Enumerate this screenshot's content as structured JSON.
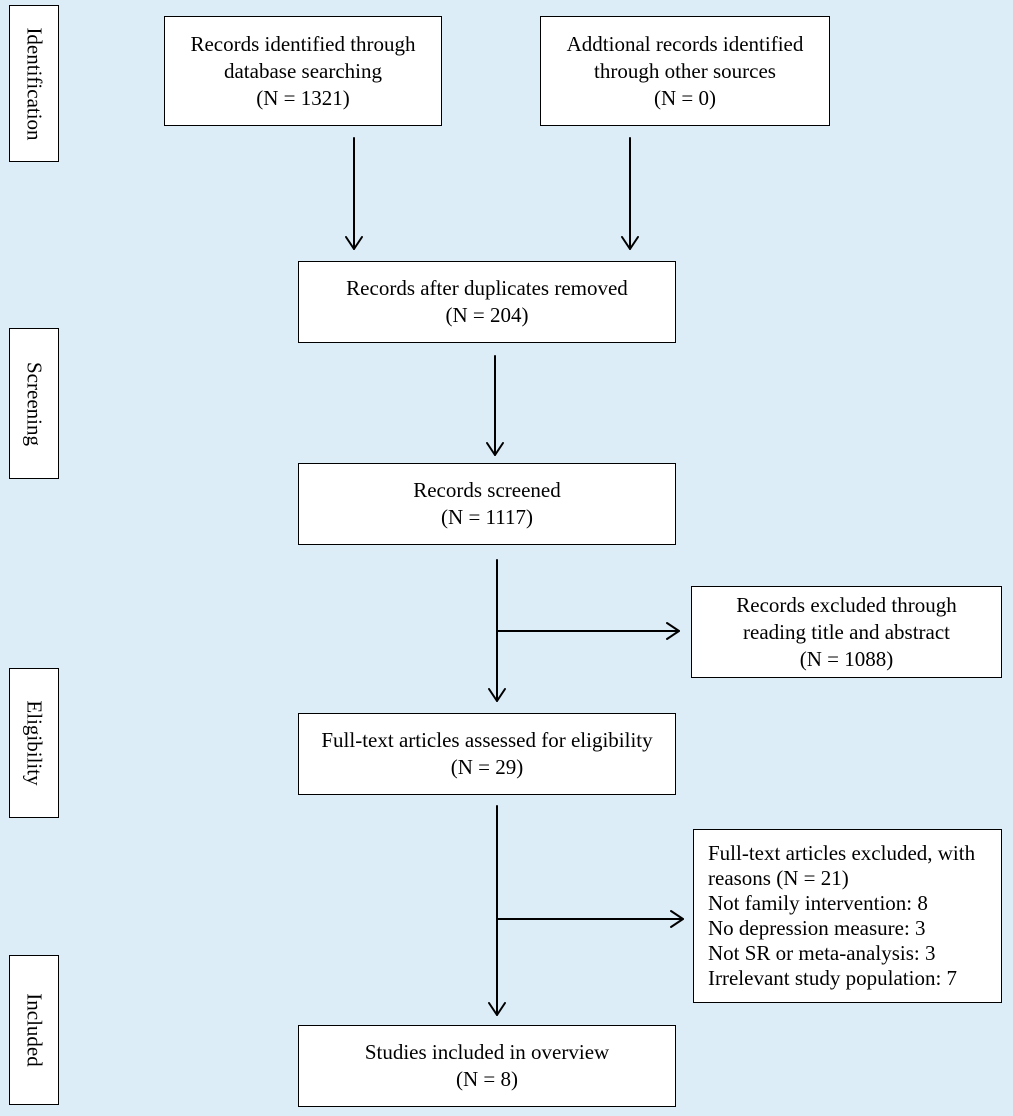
{
  "stages": {
    "identification": "Identification",
    "screening": "Screening",
    "eligibility": "Eligibility",
    "included": "Included"
  },
  "boxes": {
    "database": [
      "Records identified through",
      "database searching",
      "(N = 1321)"
    ],
    "other_sources": [
      "Addtional records identified",
      "through other sources",
      "(N = 0)"
    ],
    "duplicates_removed": [
      "Records after duplicates removed",
      "(N = 204)"
    ],
    "screened": [
      "Records screened",
      "(N = 1117)"
    ],
    "excluded_title_abstract": [
      "Records excluded through",
      "reading title and abstract",
      "(N = 1088)"
    ],
    "full_text_assessed": [
      "Full-text articles assessed for eligibility",
      "(N = 29)"
    ],
    "full_text_excluded": [
      "Full-text articles excluded, with",
      "reasons (N = 21)",
      "Not family intervention: 8",
      "No depression measure: 3",
      "Not SR or meta-analysis: 3",
      "Irrelevant study population: 7"
    ],
    "included_studies": [
      "Studies included in overview",
      "(N = 8)"
    ]
  }
}
